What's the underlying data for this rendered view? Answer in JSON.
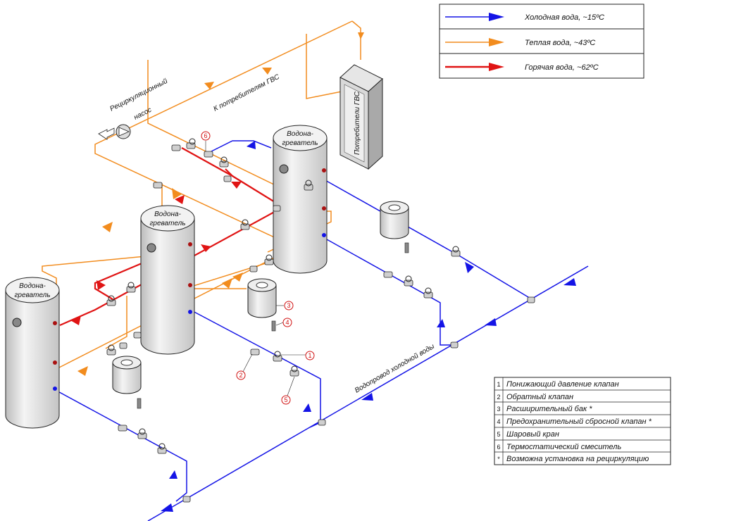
{
  "colors": {
    "cold": "#1414e6",
    "warm": "#f28c1e",
    "hot": "#e01414",
    "outline": "#222222",
    "tank_fill": "#e8e8e8"
  },
  "legend": {
    "cold": "Холодная вода, ~15ºC",
    "warm": "Теплая вода, ~43ºC",
    "hot": "Горячая вода, ~62ºC"
  },
  "labels": {
    "heater_line1": "Водона-",
    "heater_line2": "греватель",
    "pump_line1": "Рециркуляционный",
    "pump_line2": "насос",
    "to_consumers": "К потребителям ГВС",
    "consumers": "Потребители ГВС",
    "cold_main": "Водопровод холодной воды"
  },
  "callouts": {
    "c1": "1",
    "c2": "2",
    "c3": "3",
    "c4": "4",
    "c5": "5",
    "c6": "6"
  },
  "components": [
    {
      "num": "1",
      "text": "Понижающий давление клапан"
    },
    {
      "num": "2",
      "text": "Обратный клапан"
    },
    {
      "num": "3",
      "text": "Расширительный бак *"
    },
    {
      "num": "4",
      "text": "Предохранительный сбросной клапан *"
    },
    {
      "num": "5",
      "text": "Шаровый кран"
    },
    {
      "num": "6",
      "text": "Термостатический смеситель"
    },
    {
      "num": "*",
      "text": "Возможна установка на рециркуляцию"
    }
  ]
}
